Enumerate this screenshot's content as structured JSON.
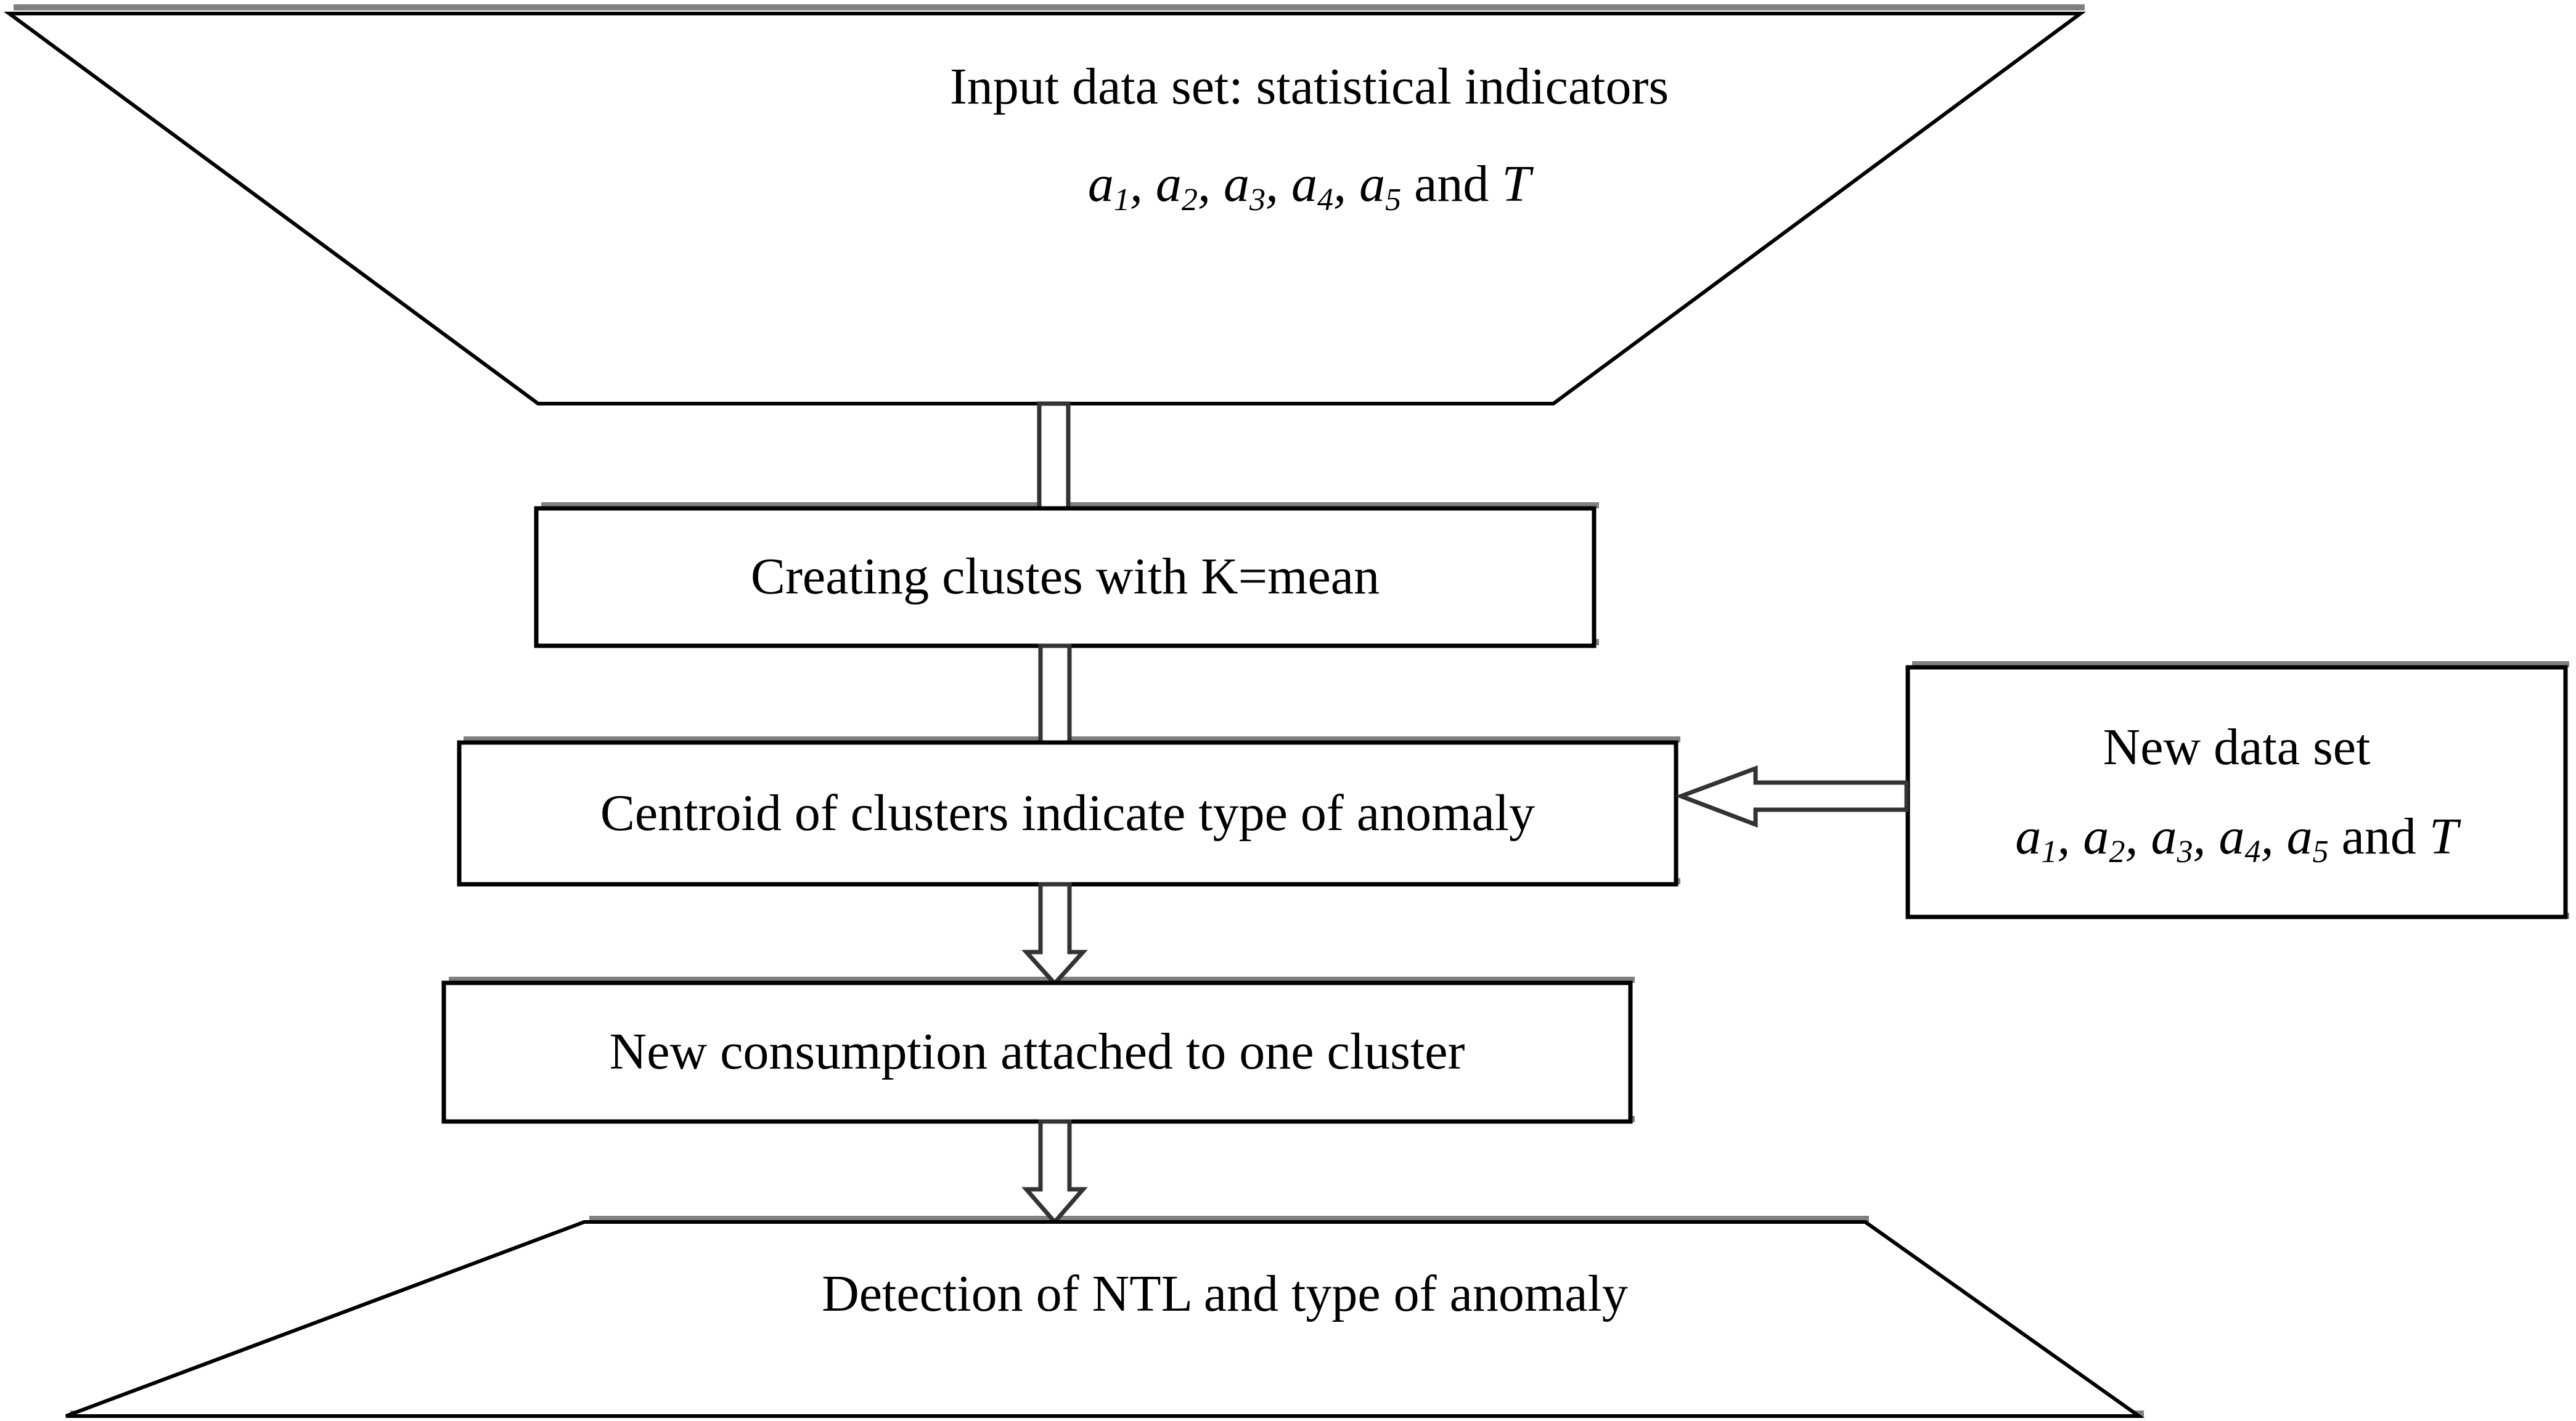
{
  "diagram": {
    "title": "NTL detection clustering flowchart",
    "background_color": "#ffffff",
    "stroke_color": "#000000",
    "shadow_color": "#808080"
  },
  "nodes": {
    "input_data": {
      "shape": "trapezoid",
      "line1": "Input data set: statistical indicators",
      "vars_prefix": "a",
      "vars": [
        "1",
        "2",
        "3",
        "4",
        "5"
      ],
      "vars_conjunction": "and",
      "vars_last": "T",
      "vars_line": "a1, a2, a3, a4, a5 and T"
    },
    "create_clusters": {
      "shape": "rectangle",
      "label": "Creating clustes with K=mean"
    },
    "centroid": {
      "shape": "rectangle",
      "label": "Centroid of clusters indicate type of anomaly"
    },
    "new_data_set": {
      "shape": "rectangle",
      "line1": "New data set",
      "vars_line": "a1, a2, a3, a4, a5 and T"
    },
    "new_consumption": {
      "shape": "rectangle",
      "label": "New consumption attached to one cluster"
    },
    "detection": {
      "shape": "trapezoid",
      "label": "Detection of NTL and type of anomaly"
    }
  },
  "connectors": {
    "input_to_create": {
      "direction": "down",
      "style": "block-arrow"
    },
    "create_to_centroid": {
      "direction": "down",
      "style": "block-arrow"
    },
    "newdata_to_centroid": {
      "direction": "left",
      "style": "block-arrow"
    },
    "centroid_to_consumption": {
      "direction": "down",
      "style": "block-arrow"
    },
    "consumption_to_detection": {
      "direction": "down",
      "style": "block-arrow"
    }
  }
}
